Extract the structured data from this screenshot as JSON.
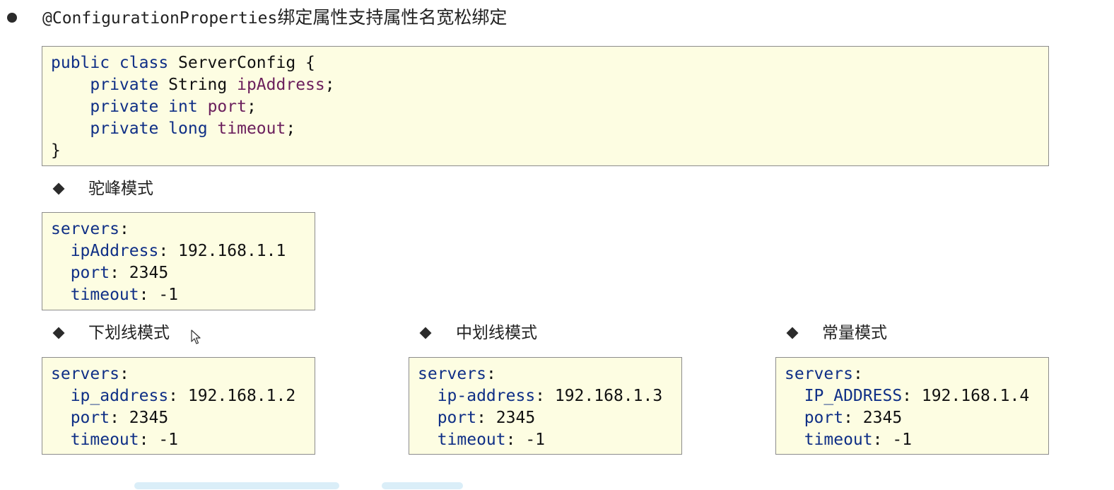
{
  "heading": {
    "code_part": "@ConfigurationProperties",
    "text_part": "绑定属性支持属性名宽松绑定"
  },
  "class_code": {
    "lines": [
      [
        {
          "t": "public class ",
          "c": "kw"
        },
        {
          "t": "ServerConfig {",
          "c": ""
        }
      ],
      [
        {
          "t": "    private ",
          "c": "kw"
        },
        {
          "t": "String ",
          "c": ""
        },
        {
          "t": "ipAddress",
          "c": "field"
        },
        {
          "t": ";",
          "c": ""
        }
      ],
      [
        {
          "t": "    private int ",
          "c": "kw"
        },
        {
          "t": "port",
          "c": "field"
        },
        {
          "t": ";",
          "c": ""
        }
      ],
      [
        {
          "t": "    private long ",
          "c": "kw"
        },
        {
          "t": "timeout",
          "c": "field"
        },
        {
          "t": ";",
          "c": ""
        }
      ],
      [
        {
          "t": "}",
          "c": ""
        }
      ]
    ]
  },
  "modes": [
    {
      "label": "驼峰模式",
      "yaml": [
        [
          {
            "t": "servers",
            "c": "key"
          },
          {
            "t": ":",
            "c": ""
          }
        ],
        [
          {
            "t": "  ipAddress",
            "c": "key"
          },
          {
            "t": ": 192.168.1.1",
            "c": ""
          }
        ],
        [
          {
            "t": "  port",
            "c": "key"
          },
          {
            "t": ": 2345",
            "c": ""
          }
        ],
        [
          {
            "t": "  timeout",
            "c": "key"
          },
          {
            "t": ": -1",
            "c": ""
          }
        ]
      ]
    },
    {
      "label": "下划线模式",
      "yaml": [
        [
          {
            "t": "servers",
            "c": "key"
          },
          {
            "t": ":",
            "c": ""
          }
        ],
        [
          {
            "t": "  ip_address",
            "c": "key"
          },
          {
            "t": ": 192.168.1.2",
            "c": ""
          }
        ],
        [
          {
            "t": "  port",
            "c": "key"
          },
          {
            "t": ": 2345",
            "c": ""
          }
        ],
        [
          {
            "t": "  timeout",
            "c": "key"
          },
          {
            "t": ": -1",
            "c": ""
          }
        ]
      ]
    },
    {
      "label": "中划线模式",
      "yaml": [
        [
          {
            "t": "servers",
            "c": "key"
          },
          {
            "t": ":",
            "c": ""
          }
        ],
        [
          {
            "t": "  ip-address",
            "c": "key"
          },
          {
            "t": ": 192.168.1.3",
            "c": ""
          }
        ],
        [
          {
            "t": "  port",
            "c": "key"
          },
          {
            "t": ": 2345",
            "c": ""
          }
        ],
        [
          {
            "t": "  timeout",
            "c": "key"
          },
          {
            "t": ": -1",
            "c": ""
          }
        ]
      ]
    },
    {
      "label": "常量模式",
      "yaml": [
        [
          {
            "t": "servers",
            "c": "key"
          },
          {
            "t": ":",
            "c": ""
          }
        ],
        [
          {
            "t": "  IP_ADDRESS",
            "c": "key"
          },
          {
            "t": ": 192.168.1.4",
            "c": ""
          }
        ],
        [
          {
            "t": "  port",
            "c": "key"
          },
          {
            "t": ": 2345",
            "c": ""
          }
        ],
        [
          {
            "t": "  timeout",
            "c": "key"
          },
          {
            "t": ": -1",
            "c": ""
          }
        ]
      ]
    }
  ],
  "colors": {
    "code_bg": "#fdfde2",
    "keyword": "#0f2f86",
    "field": "#6b1f5c"
  }
}
